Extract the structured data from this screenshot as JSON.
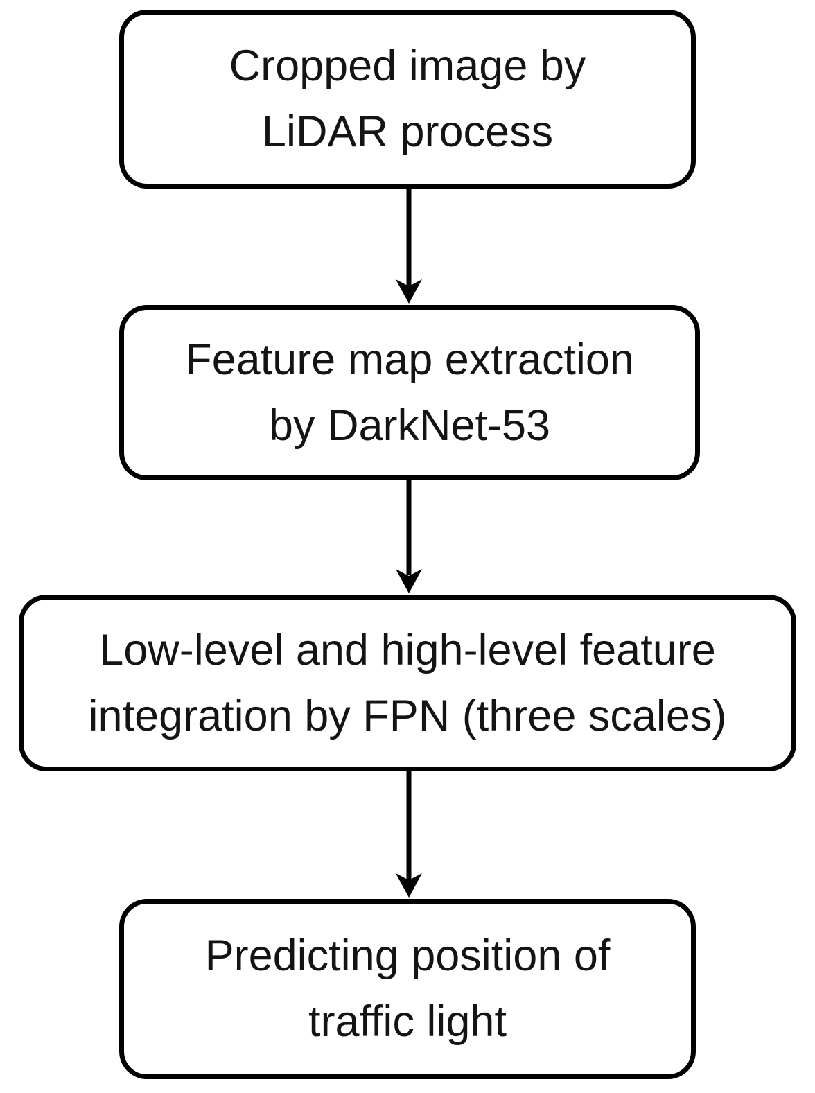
{
  "page": {
    "background": "#ffffff"
  },
  "diagram": {
    "type": "flowchart",
    "direction": "top-down",
    "colors": {
      "box_border": "#000000",
      "box_fill": "#ffffff",
      "text": "#141414",
      "arrow": "#000000"
    },
    "nodes": [
      {
        "label": "Cropped image by LiDAR process",
        "lines": [
          "Cropped image by",
          "LiDAR process"
        ]
      },
      {
        "label": "Feature map extraction by DarkNet-53",
        "lines": [
          "Feature map extraction",
          "by DarkNet-53"
        ]
      },
      {
        "label": "Low-level and high-level feature integration by FPN (three scales)",
        "lines": [
          "Low-level and high-level feature",
          "integration by FPN (three scales)"
        ]
      },
      {
        "label": "Predicting position of traffic light",
        "lines": [
          "Predicting position of",
          "traffic light"
        ]
      }
    ],
    "connectors": [
      {
        "from": 0,
        "to": 1,
        "style": "arrow-down"
      },
      {
        "from": 1,
        "to": 2,
        "style": "arrow-down"
      },
      {
        "from": 2,
        "to": 3,
        "style": "arrow-down"
      }
    ]
  }
}
